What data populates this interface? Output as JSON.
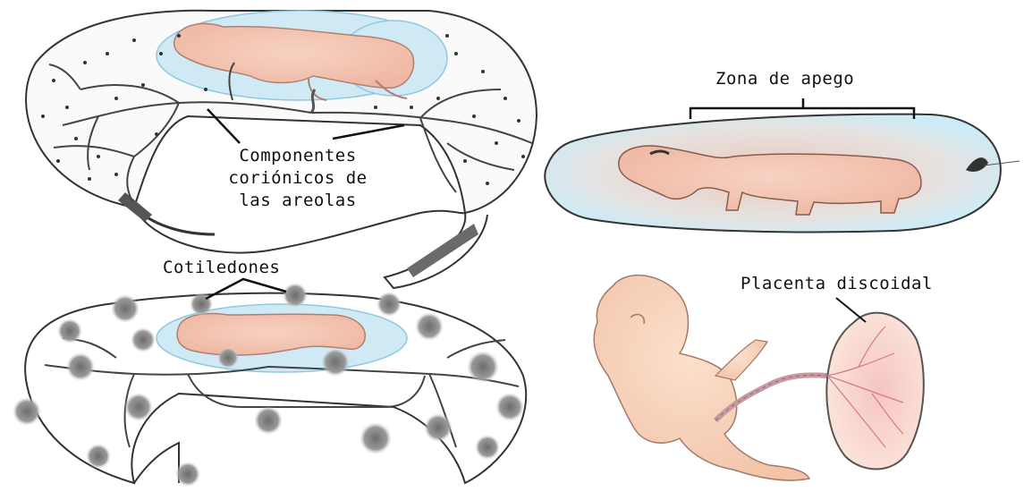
{
  "labels": {
    "areolas": [
      "Componentes",
      "coriónicos de",
      "las areolas"
    ],
    "apego": "Zona de apego",
    "cotiledones": "Cotiledones",
    "placenta": "Placenta discoidal"
  }
}
